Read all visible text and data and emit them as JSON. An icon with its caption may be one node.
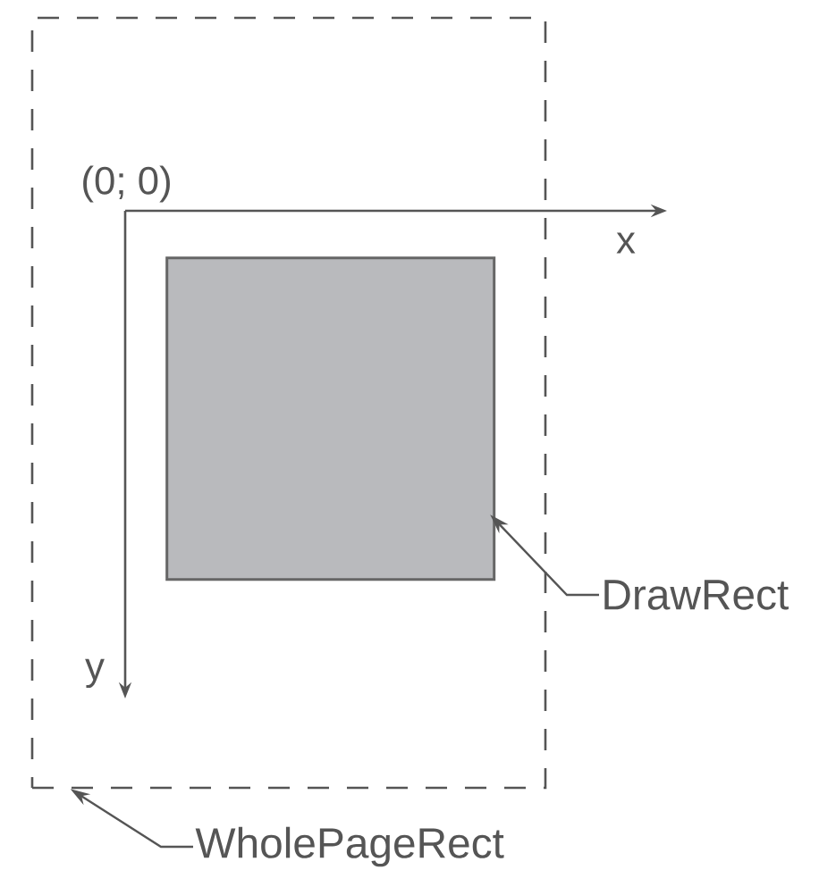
{
  "diagram": {
    "nodes": [
      {
        "text": [],
        "shape": "box"
      },
      {
        "text": [],
        "shape": "box",
        "in": 0
      },
      {
        "text": [
          "DrawRect"
        ]
      },
      {
        "text": [
          "WholePageRect"
        ]
      }
    ],
    "edges": [
      {
        "from": 2,
        "to": 1,
        "arrow": "to"
      },
      {
        "from": 3,
        "to": 0,
        "arrow": "to"
      }
    ],
    "labels": [
      "(0; 0)",
      "x",
      "y"
    ]
  }
}
